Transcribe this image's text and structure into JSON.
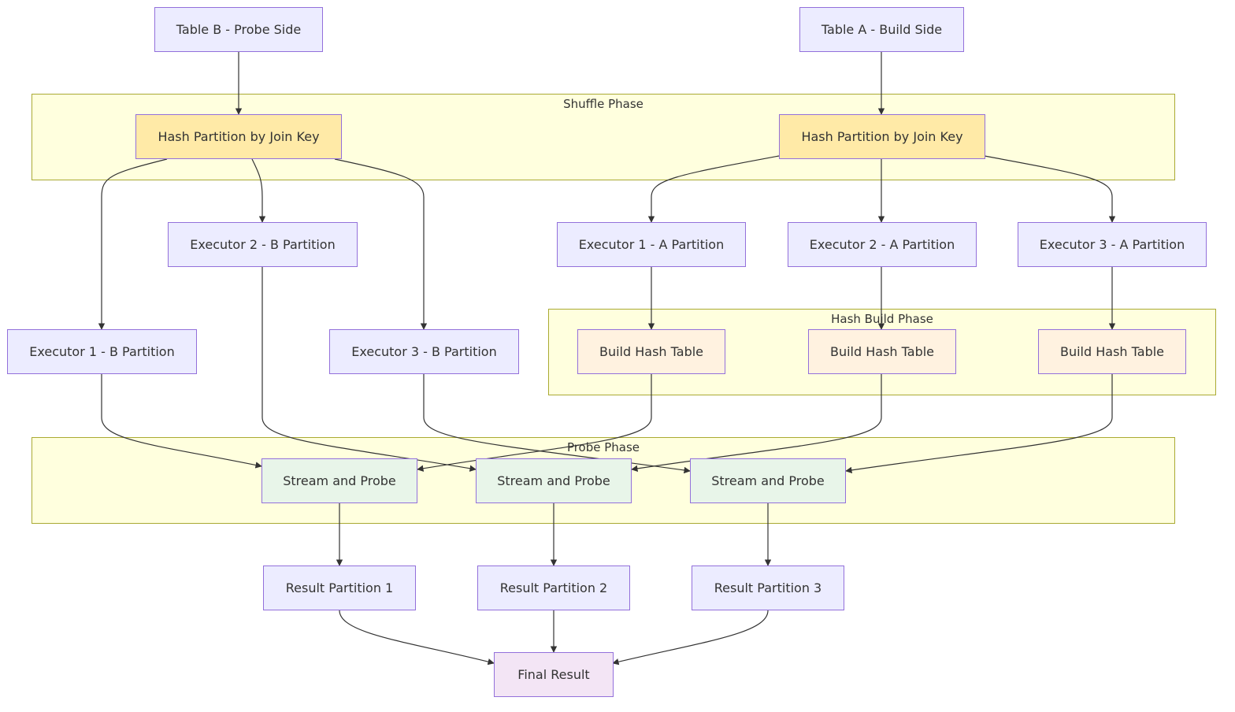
{
  "clusters": {
    "shuffle": "Shuffle Phase",
    "hash_build": "Hash Build Phase",
    "probe": "Probe Phase"
  },
  "nodes": {
    "table_b": "Table B - Probe Side",
    "table_a": "Table A - Build Side",
    "hash_partition_b": "Hash Partition by Join Key",
    "hash_partition_a": "Hash Partition by Join Key",
    "exec2_b": "Executor 2 - B Partition",
    "exec1_a": "Executor 1 - A Partition",
    "exec2_a": "Executor 2 - A Partition",
    "exec3_a": "Executor 3 - A Partition",
    "exec1_b": "Executor 1 - B Partition",
    "exec3_b": "Executor 3 - B Partition",
    "build1": "Build Hash Table",
    "build2": "Build Hash Table",
    "build3": "Build Hash Table",
    "probe1": "Stream and Probe",
    "probe2": "Stream and Probe",
    "probe3": "Stream and Probe",
    "result1": "Result Partition 1",
    "result2": "Result Partition 2",
    "result3": "Result Partition 3",
    "final": "Final Result"
  },
  "colors": {
    "default_fill": "#ececff",
    "node_border": "#9370db",
    "shuffle_fill": "#ffeaa7",
    "build_fill": "#fff2e0",
    "probe_fill": "#e8f5e9",
    "final_fill": "#f3e5f5",
    "cluster_fill": "#ffffde",
    "cluster_border": "#aaaa33",
    "edge": "#333333"
  }
}
